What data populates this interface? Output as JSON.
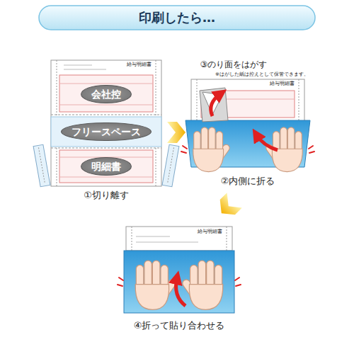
{
  "diagram": {
    "title": "印刷したら…",
    "nodes": [
      {
        "text": [
          "会社控"
        ]
      },
      {
        "text": [
          "フリースペース"
        ]
      },
      {
        "text": [
          "明細書"
        ]
      }
    ],
    "labels": [
      "給与明細書",
      "①切り離す",
      "③のり面をはがす",
      "※はがした紙は控えとして保管できます。",
      "給与明細書",
      "②内側に折る",
      "給与明細書",
      "④折って貼り合わせる"
    ]
  }
}
